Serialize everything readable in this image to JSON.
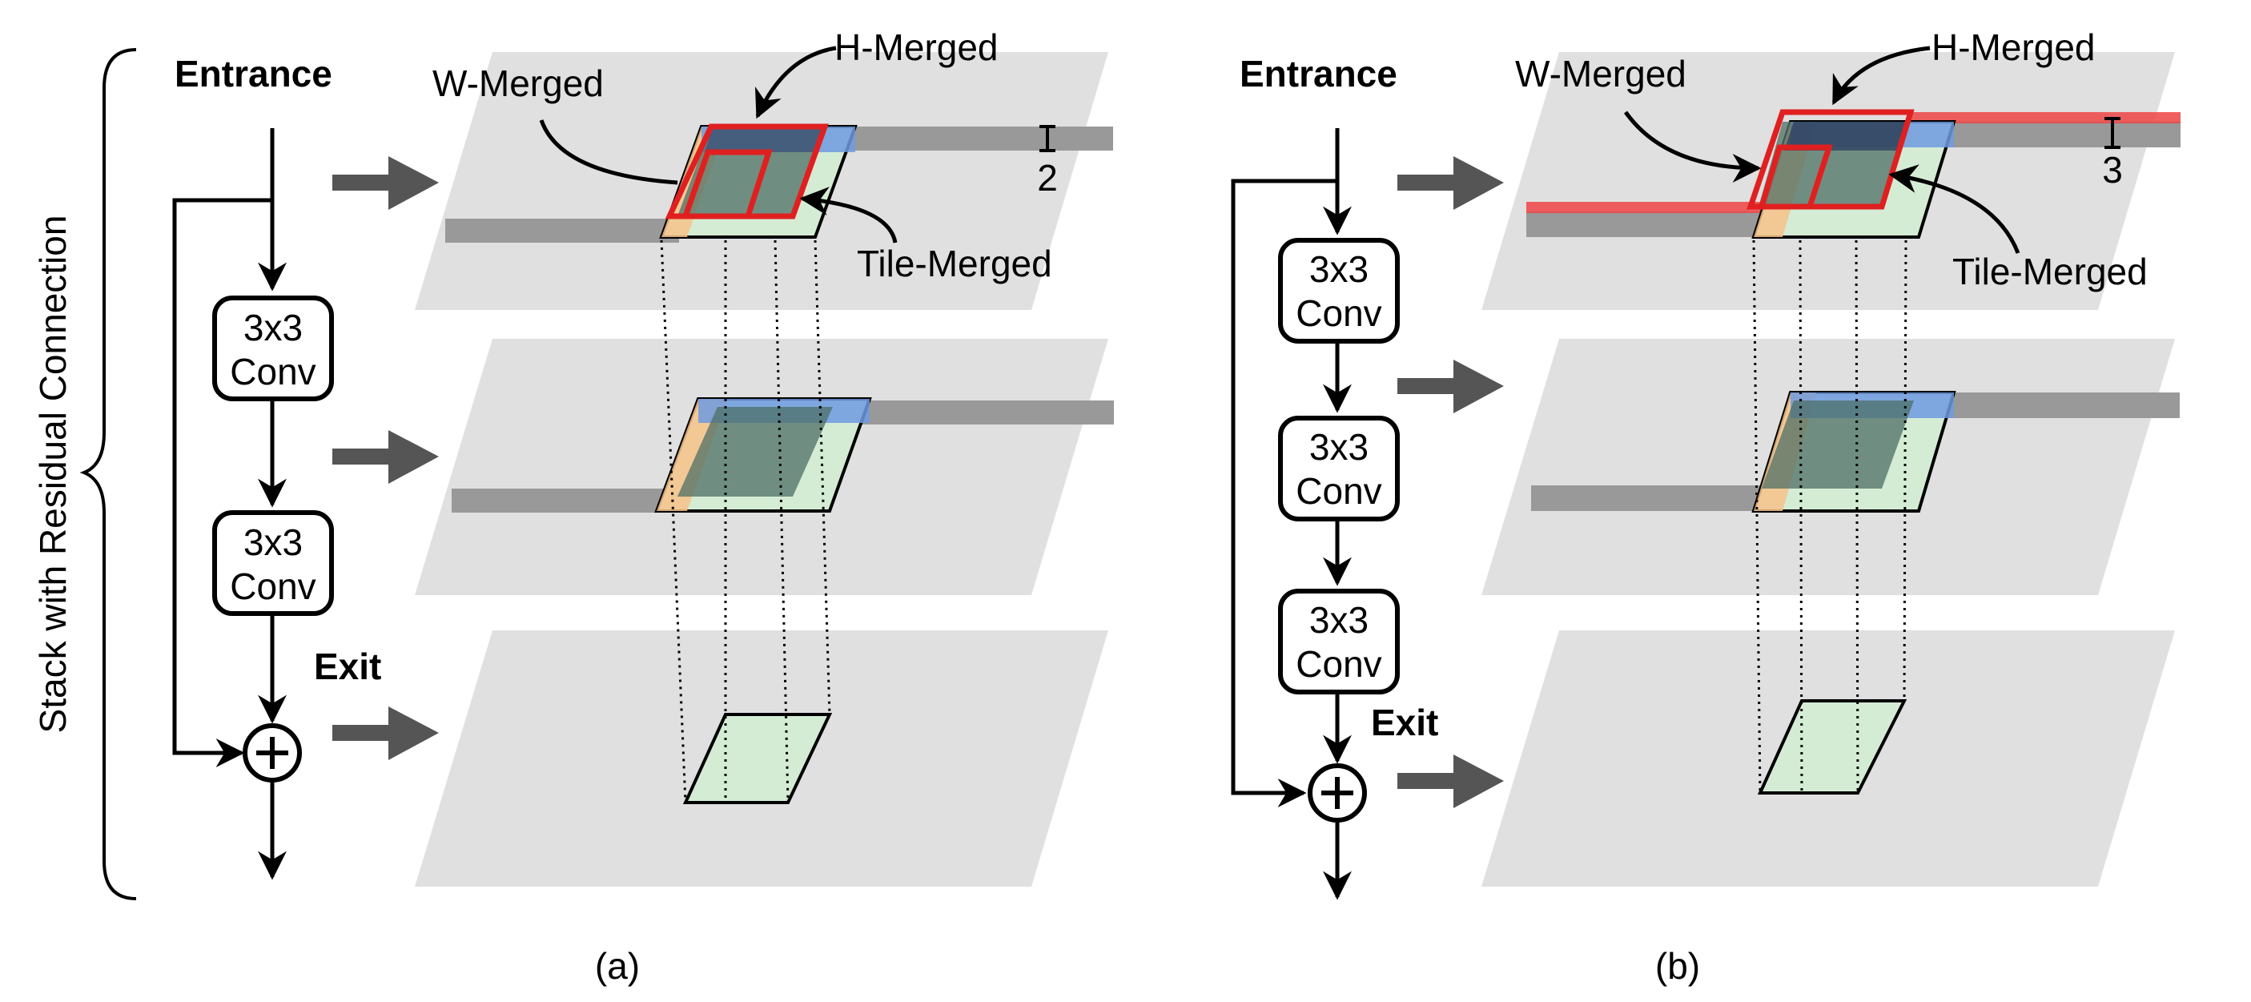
{
  "side_label": "Stack with Residual Connection",
  "panels": [
    {
      "caption": "(a)",
      "entrance": "Entrance",
      "exit": "Exit",
      "conv_blocks": [
        {
          "line1": "3x3",
          "line2": "Conv"
        },
        {
          "line1": "3x3",
          "line2": "Conv"
        }
      ],
      "labels": {
        "w_merged": "W-Merged",
        "h_merged": "H-Merged",
        "tile_merged": "Tile-Merged",
        "depth": "2"
      }
    },
    {
      "caption": "(b)",
      "entrance": "Entrance",
      "exit": "Exit",
      "conv_blocks": [
        {
          "line1": "3x3",
          "line2": "Conv"
        },
        {
          "line1": "3x3",
          "line2": "Conv"
        },
        {
          "line1": "3x3",
          "line2": "Conv"
        }
      ],
      "labels": {
        "w_merged": "W-Merged",
        "h_merged": "H-Merged",
        "tile_merged": "Tile-Merged",
        "depth": "3"
      }
    }
  ],
  "colors": {
    "plane": "#e0e0e0",
    "strip": "#999999",
    "highlight": "#ee4444",
    "tile_green": "#d4ecd4",
    "tile_orange": "#f7c28a",
    "tile_blue": "#6f9ae0",
    "overlap": "#5a7d72",
    "arrow": "#555555"
  }
}
